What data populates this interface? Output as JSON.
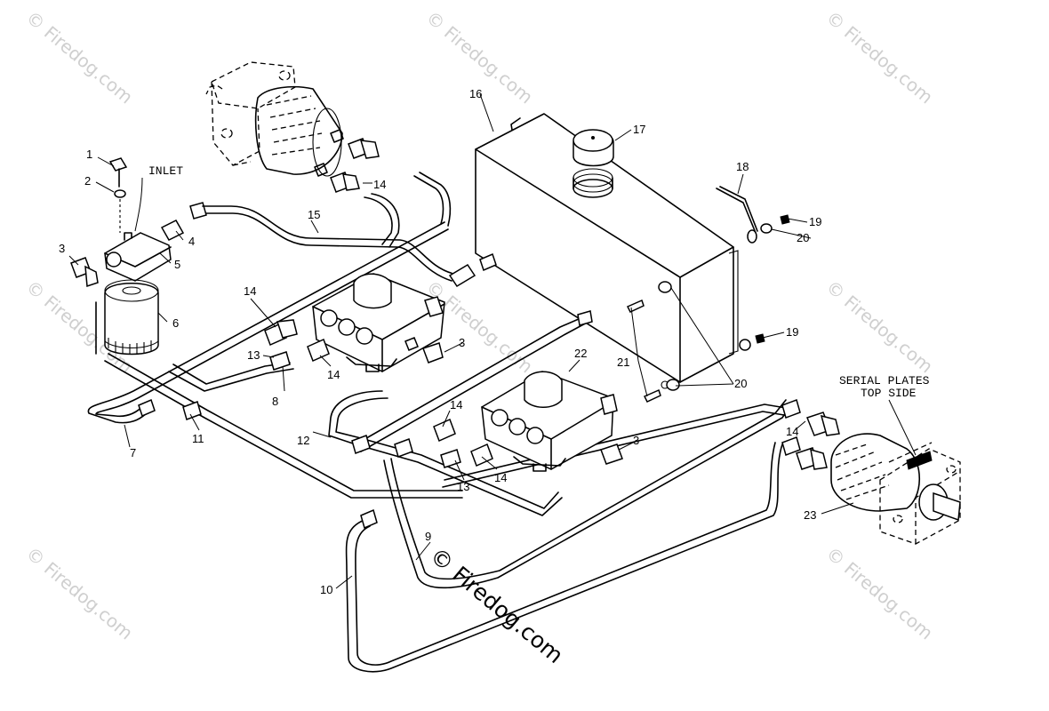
{
  "callouts": {
    "c1": "1",
    "c2": "2",
    "c3a": "3",
    "c3b": "3",
    "c3c": "3",
    "c4": "4",
    "c5": "5",
    "c6": "6",
    "c7": "7",
    "c8": "8",
    "c9": "9",
    "c10": "10",
    "c11": "11",
    "c12": "12",
    "c13a": "13",
    "c13b": "13",
    "c14a": "14",
    "c14b": "14",
    "c14c": "14",
    "c14d": "14",
    "c14e": "14",
    "c15": "15",
    "c16": "16",
    "c17": "17",
    "c18": "18",
    "c19a": "19",
    "c19b": "19",
    "c20a": "20",
    "c20b": "20",
    "c21": "21",
    "c22": "22",
    "c23": "23"
  },
  "labels": {
    "inlet": "INLET",
    "serial_line1": "SERIAL PLATES",
    "serial_line2": "TOP SIDE"
  },
  "watermark": {
    "corner_text": "© Firedog.com",
    "center_text": "© Firedog.com"
  }
}
